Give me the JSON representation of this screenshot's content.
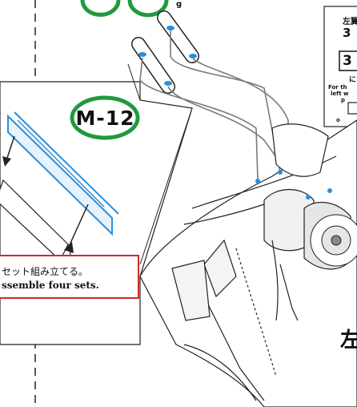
{
  "callout": {
    "part_id": "M-12",
    "ring_color": "#1e9b3c"
  },
  "note": {
    "text_jp": "セット組み立てる。",
    "text_en": "ssemble four sets.",
    "border_color": "#d02a2a"
  },
  "side_label": {
    "line1": "左翼",
    "line2": "3",
    "line3": "3",
    "line4": "に",
    "line5": "For th",
    "line6": "left w",
    "line7": "p",
    "line8": "o"
  },
  "side_kanji": "左",
  "colors": {
    "part_highlight": "#2b8ed8",
    "outline": "#222222",
    "guide_line": "#7a7a7a"
  }
}
